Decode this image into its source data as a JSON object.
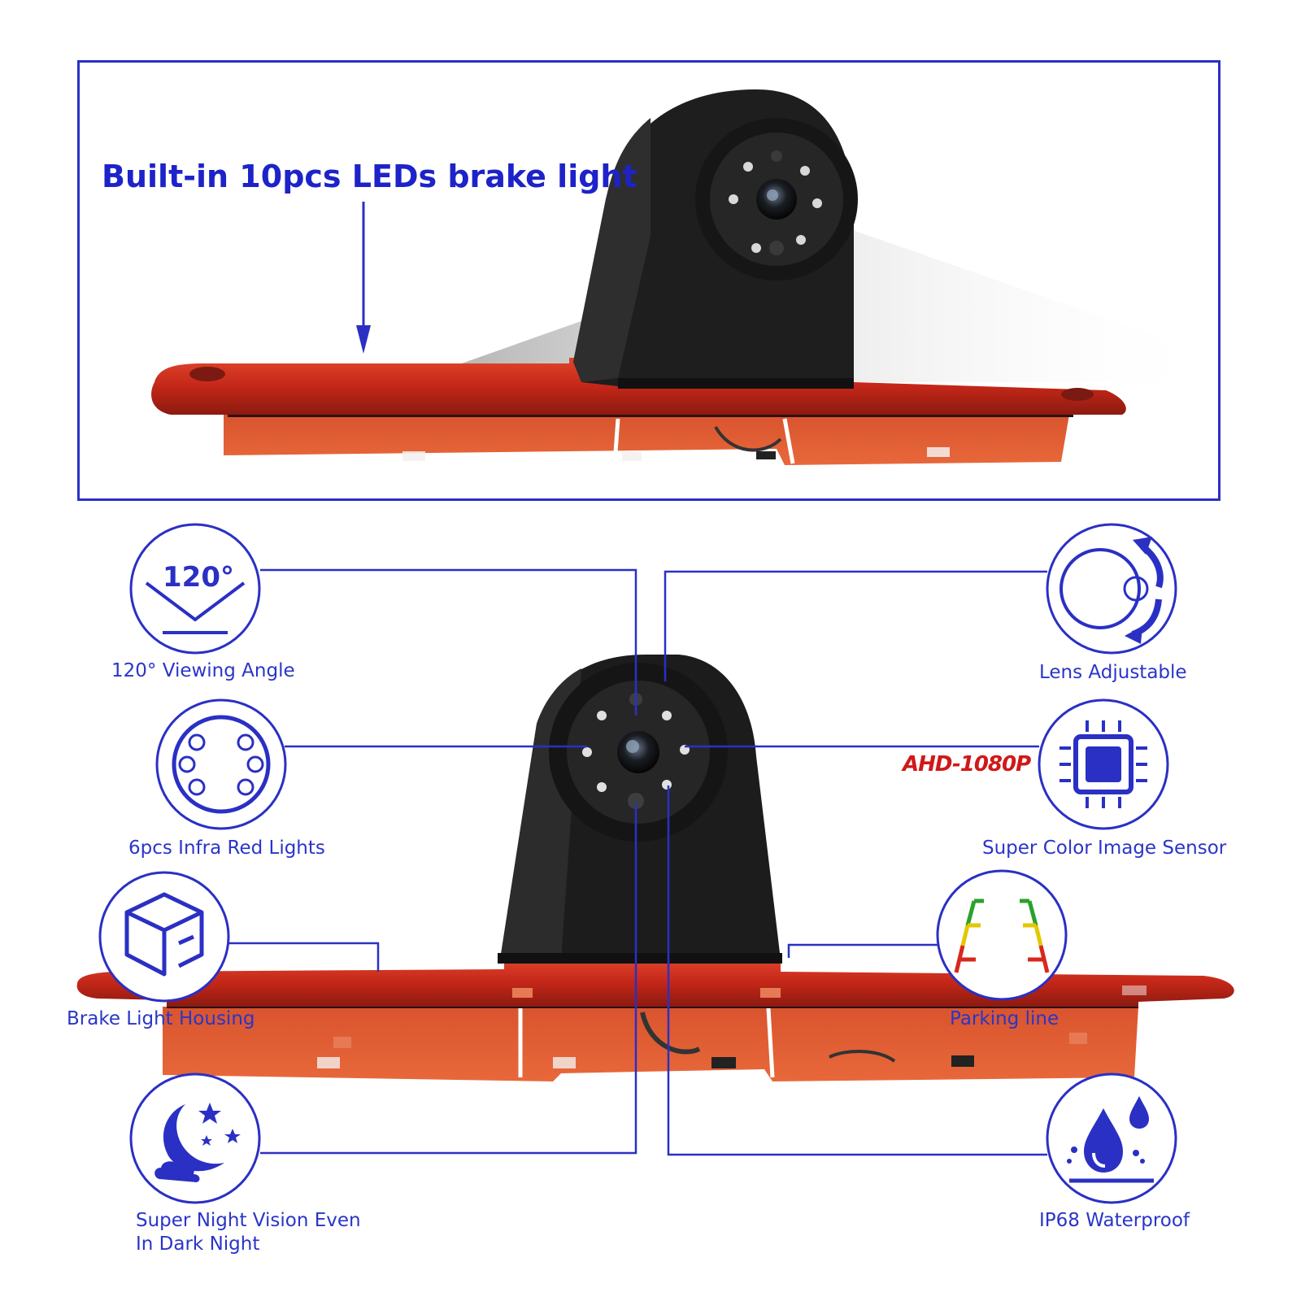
{
  "headline": "Built-in 10pcs LEDs brake light",
  "badge": {
    "text": "AHD-1080P",
    "color": "#d11818"
  },
  "colors": {
    "accent": "#2a30c4",
    "housing_red": "#c8321e",
    "camera_black": "#1e1e1e"
  },
  "features": {
    "viewing_angle": {
      "icon_text": "120°",
      "label": "120° Viewing Angle",
      "icon": "angle-icon"
    },
    "lens_adjustable": {
      "label": "Lens Adjustable",
      "icon": "rotate-lens-icon"
    },
    "infrared": {
      "label": "6pcs Infra Red Lights",
      "icon": "ir-leds-icon"
    },
    "sensor": {
      "label": "Super Color Image Sensor",
      "icon": "chip-icon"
    },
    "housing": {
      "label": "Brake Light Housing",
      "icon": "cube-icon"
    },
    "parking": {
      "label": "Parking line",
      "icon": "parking-lines-icon"
    },
    "night": {
      "label_line1": "Super Night Vision Even",
      "label_line2": "In Dark Night",
      "icon": "moon-stars-icon"
    },
    "waterproof": {
      "label": "IP68 Waterproof",
      "icon": "water-drops-icon"
    }
  }
}
